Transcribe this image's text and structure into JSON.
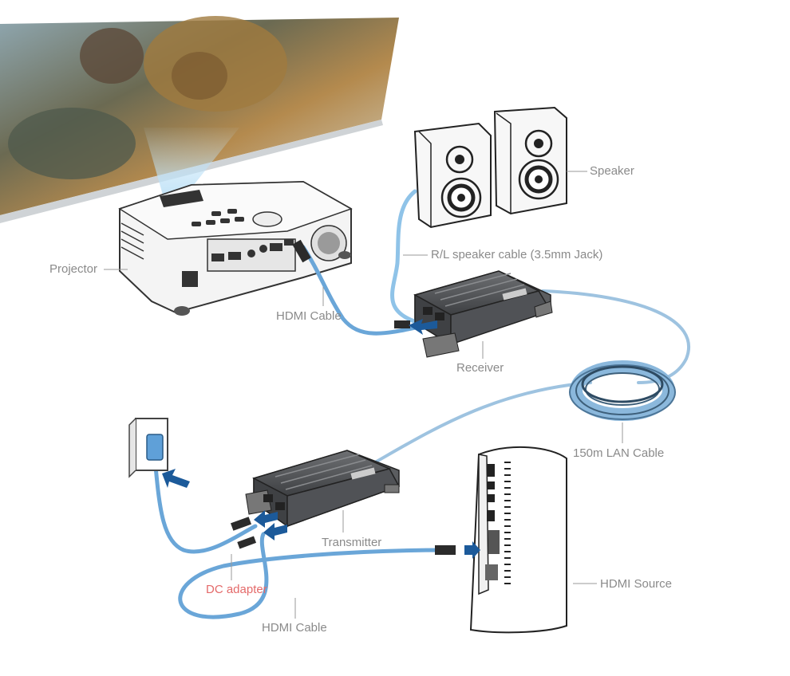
{
  "labels": {
    "speaker": "Speaker",
    "speaker_cable": "R/L speaker cable (3.5mm Jack)",
    "projector": "Projector",
    "hdmi_cable_top": "HDMI Cable",
    "receiver": "Receiver",
    "lan_cable": "150m LAN Cable",
    "transmitter": "Transmitter",
    "hdmi_source": "HDMI Source",
    "dc_adapter": "DC adapter",
    "hdmi_cable_bottom": "HDMI Cable"
  },
  "colors": {
    "label": "#8a8a8a",
    "label_highlight": "#e46a6a",
    "cable": "#6aa6d8",
    "arrow": "#1c5a9a",
    "device_dark": "#4b4d50",
    "device_light": "#f2f2f2"
  }
}
